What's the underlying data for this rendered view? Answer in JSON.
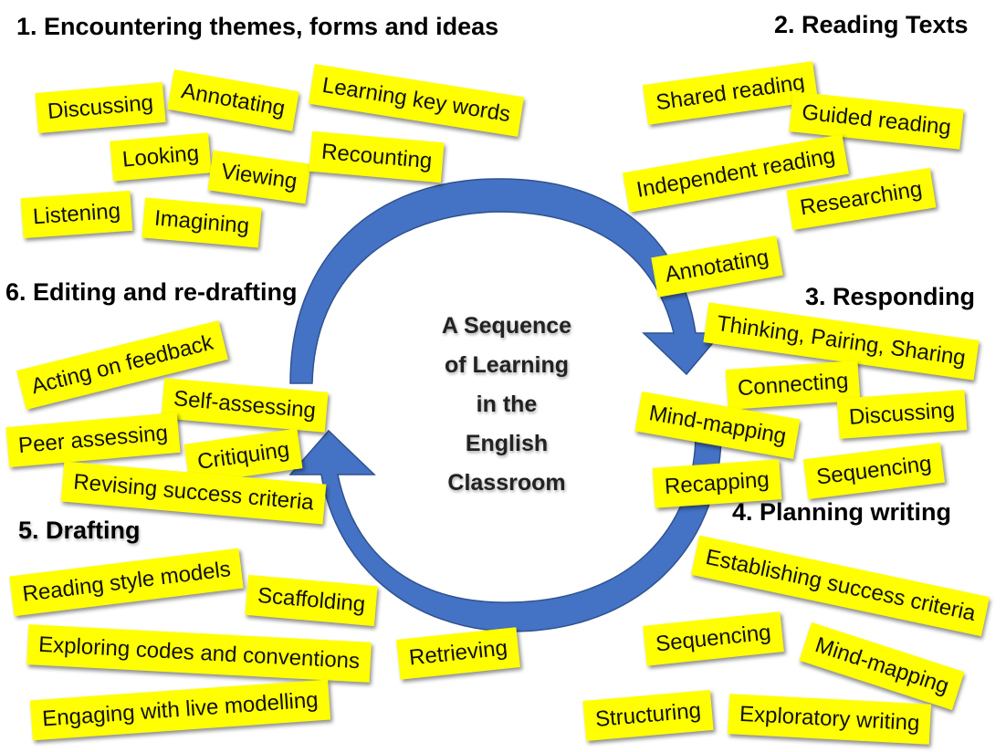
{
  "center": {
    "lines": [
      "A Sequence",
      "of Learning",
      "in the",
      "English",
      "Classroom"
    ]
  },
  "arrow_color": "#4472c4",
  "note_color": "#ffff00",
  "stages": {
    "s1": {
      "heading": "1. Encountering themes, forms and ideas",
      "notes": [
        "Discussing",
        "Annotating",
        "Learning key words",
        "Looking",
        "Viewing",
        "Recounting",
        "Listening",
        "Imagining"
      ]
    },
    "s2": {
      "heading": "2. Reading Texts",
      "notes": [
        "Shared reading",
        "Guided reading",
        "Independent reading",
        "Researching",
        "Annotating"
      ]
    },
    "s3": {
      "heading": "3. Responding",
      "notes": [
        "Thinking, Pairing, Sharing",
        "Connecting",
        "Discussing",
        "Mind-mapping",
        "Sequencing",
        "Recapping"
      ]
    },
    "s4": {
      "heading": "4. Planning writing",
      "notes": [
        "Establishing success criteria",
        "Sequencing",
        "Mind-mapping",
        "Structuring",
        "Exploratory writing"
      ]
    },
    "s5": {
      "heading": "5. Drafting",
      "notes": [
        "Reading style models",
        "Scaffolding",
        "Exploring codes and conventions",
        "Retrieving",
        "Engaging with live modelling"
      ]
    },
    "s6": {
      "heading": "6. Editing and re-drafting",
      "notes": [
        "Acting on feedback",
        "Self-assessing",
        "Peer assessing",
        "Critiquing",
        "Revising success criteria"
      ]
    }
  }
}
